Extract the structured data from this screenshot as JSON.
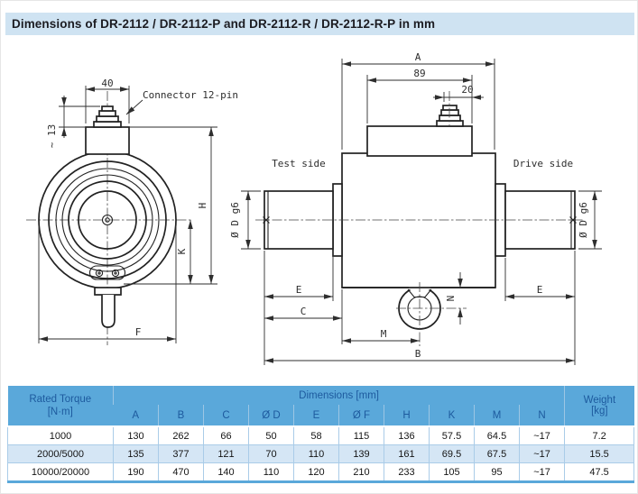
{
  "title": "Dimensions of DR-2112 / DR-2112-P and DR-2112-R / DR-2112-R-P in mm",
  "colors": {
    "title_bar_bg": "#cfe3f2",
    "table_header_bg": "#5aa8da",
    "table_header_text": "#1d5a9e",
    "table_row_alt_bg": "#d5e6f5",
    "drawing_line": "#2e2e2e"
  },
  "drawing": {
    "front_view": {
      "dim_40": "40",
      "dim_13": "~ 13",
      "connector_label": "Connector 12-pin",
      "dim_H": "H",
      "dim_K": "K",
      "dim_F": "F"
    },
    "side_view": {
      "dim_A": "A",
      "dim_89": "89",
      "dim_20": "20",
      "test_side": "Test side",
      "drive_side": "Drive side",
      "dim_dia_left": "Ø D g6",
      "dim_dia_right": "Ø D g6",
      "dim_E_left": "E",
      "dim_E_right": "E",
      "dim_C": "C",
      "dim_M": "M",
      "dim_B": "B",
      "dim_N": "N"
    }
  },
  "table": {
    "rated_torque_line1": "Rated Torque",
    "rated_torque_line2": "[N·m]",
    "dimensions_header": "Dimensions [mm]",
    "weight_line1": "Weight",
    "weight_line2": "[kg]",
    "columns": [
      "A",
      "B",
      "C",
      "Ø D",
      "E",
      "Ø F",
      "H",
      "K",
      "M",
      "N"
    ],
    "rows": [
      {
        "torque": "1000",
        "values": [
          "130",
          "262",
          "66",
          "50",
          "58",
          "115",
          "136",
          "57.5",
          "64.5",
          "~17"
        ],
        "weight": "7.2"
      },
      {
        "torque": "2000/5000",
        "values": [
          "135",
          "377",
          "121",
          "70",
          "110",
          "139",
          "161",
          "69.5",
          "67.5",
          "~17"
        ],
        "weight": "15.5"
      },
      {
        "torque": "10000/20000",
        "values": [
          "190",
          "470",
          "140",
          "110",
          "120",
          "210",
          "233",
          "105",
          "95",
          "~17"
        ],
        "weight": "47.5"
      }
    ]
  }
}
